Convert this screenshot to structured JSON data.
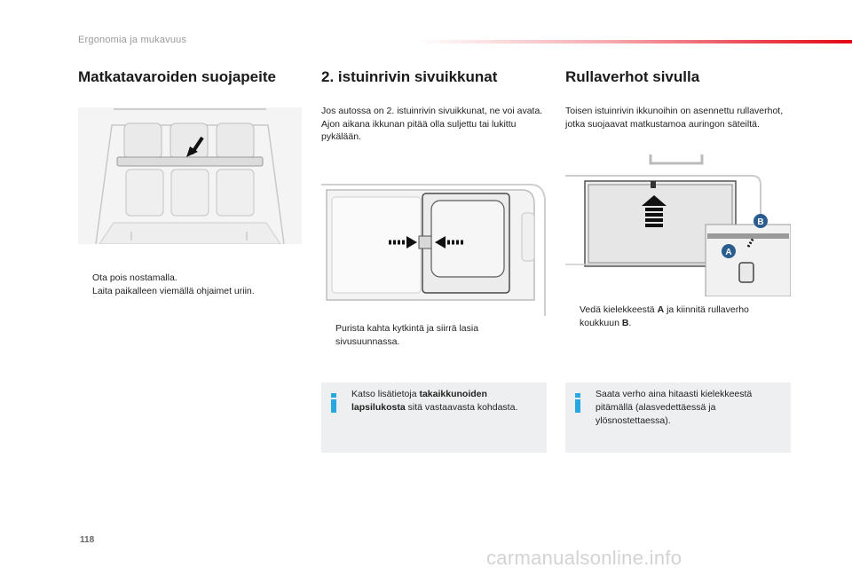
{
  "header": {
    "section": "Ergonomia ja mukavuus"
  },
  "columns": {
    "left": {
      "title": "Matkatavaroiden suojapeite",
      "bullets": [
        "Ota pois nostamalla.",
        "Laita paikalleen viemällä ohjaimet uriin."
      ]
    },
    "middle": {
      "title": "2. istuinrivin sivuikkunat",
      "para1": "Jos autossa on 2. istuinrivin sivuikkunat, ne voi avata.",
      "para2": "Ajon aikana ikkunan pitää olla suljettu tai lukittu pykälään.",
      "bullets": [
        "Purista kahta kytkintä ja siirrä lasia sivusuunnassa."
      ],
      "info": {
        "pre": "Katso lisätietoja ",
        "bold": "takaikkunoiden lapsilukosta",
        "post": " sitä vastaavasta kohdasta."
      }
    },
    "right": {
      "title": "Rullaverhot sivulla",
      "para": "Toisen istuinrivin ikkunoihin on asennettu rullaverhot, jotka suojaavat matkustamoa auringon säteiltä.",
      "bullet": {
        "pre": "Vedä kielekkeestä ",
        "a": "A",
        "mid": " ja kiinnitä rullaverho koukkuun ",
        "b": "B",
        "post": "."
      },
      "info": "Saata verho aina hitaasti kielekkeestä pitämällä (alasvedettäessä ja ylösnostettaessa)."
    }
  },
  "figure_labels": {
    "a": "A",
    "b": "B"
  },
  "bullet_symbol": "",
  "page_number": "118",
  "watermark": "carmanualsonline.info",
  "colors": {
    "accent_red": "#e30613",
    "info_blue": "#28a8e0",
    "info_bg": "#eeeff0",
    "marker_blue": "#2a5d8f"
  }
}
